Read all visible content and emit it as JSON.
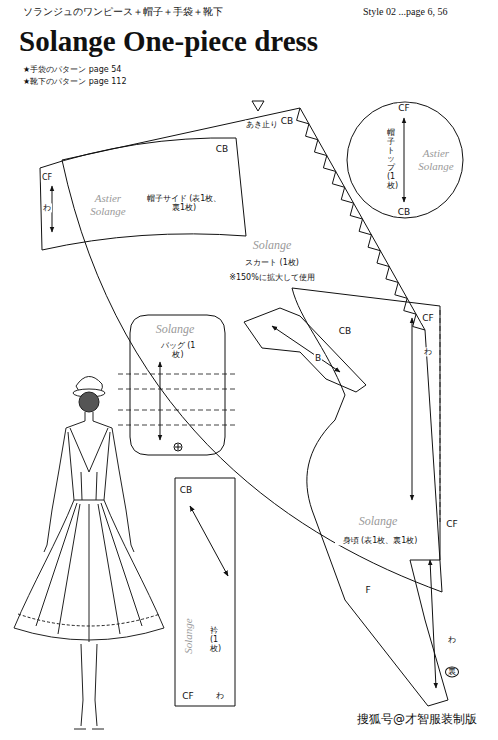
{
  "diagram": {
    "title": "Solange One-piece dress",
    "nodes": [
      {
        "text": [
          "CB",
          "CF",
          "わ",
          "Astier Solange",
          "帽子サイド (表1枚、裏1枚)"
        ]
      },
      {
        "text": [
          "あき止り",
          "CB",
          "Solange",
          "スカート (1枚)",
          "※150%に拡大して使用"
        ]
      },
      {
        "text": [
          "CF",
          "Astier Solange",
          "帽子トップ (1枚)",
          "CB"
        ]
      },
      {
        "text": [
          "Solange",
          "バッグ (1枚)"
        ]
      },
      {
        "text": [
          "CB",
          "B"
        ]
      },
      {
        "text": [
          "CF",
          "わ",
          "Solange",
          "身頃 (表1枚、裏1枚)",
          "CF",
          "F",
          "わ",
          "裏"
        ]
      },
      {
        "text": [
          "CB",
          "Solange",
          "衿 (1枚)",
          "CF",
          "わ"
        ]
      }
    ],
    "labels": [
      "ソランジュのワンピース＋帽子＋手袋＋靴下",
      "Style 02 ...page 6, 56",
      "★手袋のパターン page 54",
      "★靴下のパターン page 112",
      "搜狐号@才智服装制版"
    ]
  }
}
